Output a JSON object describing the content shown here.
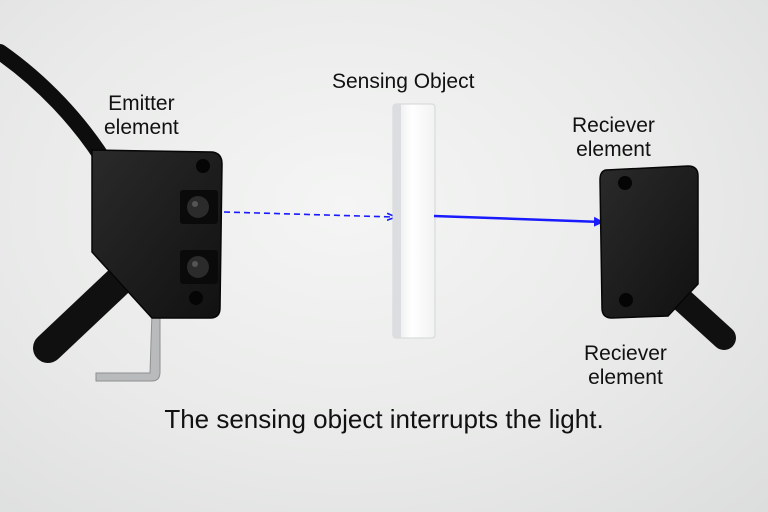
{
  "labels": {
    "emitter_line1": "Emitter",
    "emitter_line2": "element",
    "sensing_object": "Sensing Object",
    "receiver_top_line1": "Reciever",
    "receiver_top_line2": "element",
    "receiver_bottom_line1": "Reciever",
    "receiver_bottom_line2": "element"
  },
  "caption": "The sensing object interrupts the light.",
  "colors": {
    "background": "#e9eae9",
    "sensor_body": "#1b1b1b",
    "beam": "#1a1aff",
    "sensing_object": "#fafafa"
  }
}
